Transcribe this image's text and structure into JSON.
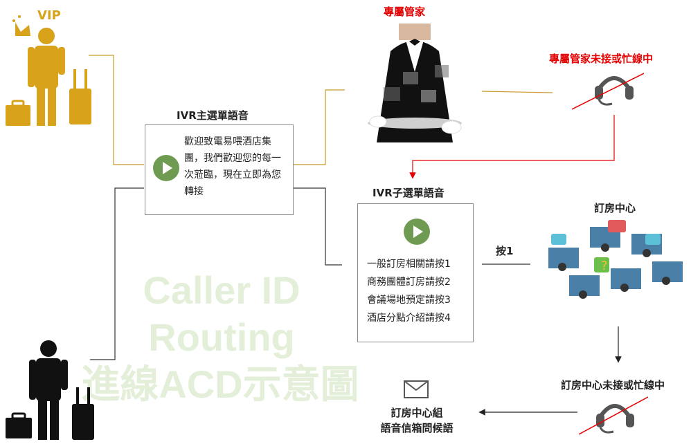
{
  "vip_label": "VIP",
  "main_menu": {
    "title": "IVR主選單語音",
    "text": "歡迎致電易喂酒店集團，我們歡迎您的每一次蒞臨，現在立即為您轉接"
  },
  "butler": {
    "title": "專屬管家",
    "busy_label": "專屬管家未接或忙線中"
  },
  "sub_menu": {
    "title": "IVR子選單語音",
    "options": [
      "一般訂房相關請按1",
      "商務團體訂房請按2",
      "會議場地預定請按3",
      "酒店分點介紹請按4"
    ]
  },
  "press_label": "按1",
  "booking_center": {
    "title": "訂房中心",
    "busy_label": "訂房中心未接或忙線中"
  },
  "voicemail": {
    "line1": "訂房中心組",
    "line2": "語音信箱問候語"
  },
  "watermark": {
    "line1": "Caller ID",
    "line2": "Routing",
    "line3": "進線ACD示意圖"
  },
  "colors": {
    "gold": "#d9a21b",
    "red": "#e30000",
    "green": "#6f9a52",
    "connector_gold": "#c89b2a",
    "connector_dark": "#333333"
  }
}
